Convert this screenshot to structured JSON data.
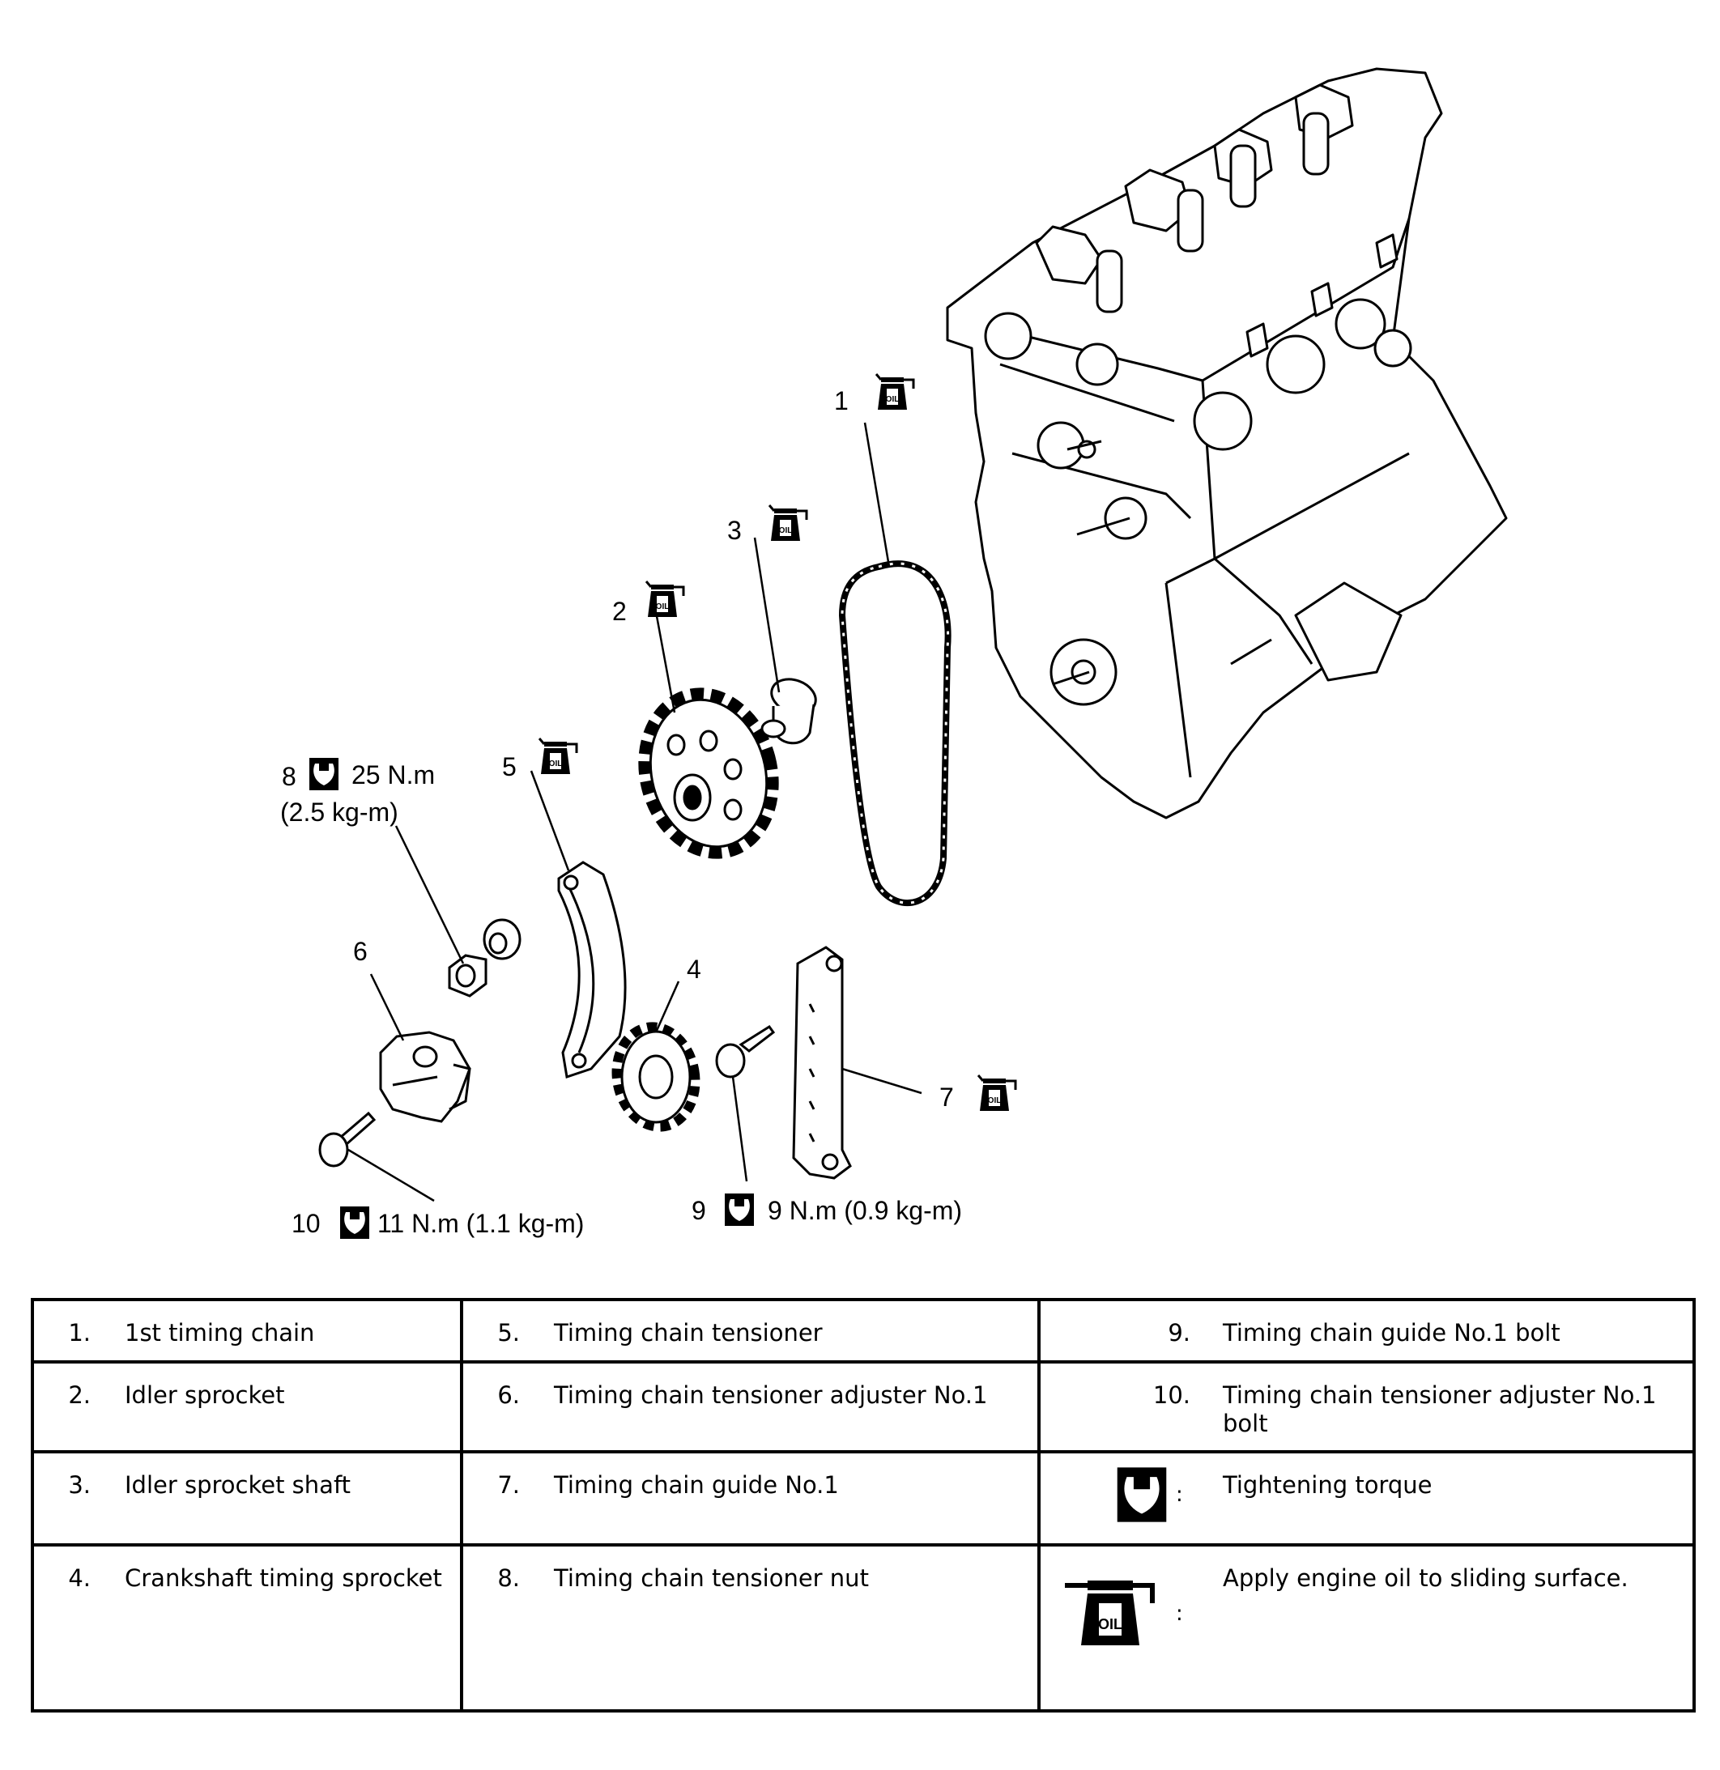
{
  "callouts": {
    "c1": "1",
    "c2": "2",
    "c3": "3",
    "c4": "4",
    "c5": "5",
    "c6": "6",
    "c7": "7",
    "c8": "8",
    "c9": "9",
    "c10": "10",
    "torque8_line1": "25 N.m",
    "torque8_line2": "(2.5 kg-m)",
    "torque9": "9 N.m (0.9 kg-m)",
    "torque10": "11 N.m (1.1 kg-m)"
  },
  "legend": {
    "rows": [
      [
        {
          "num": "1.",
          "label": "1st timing chain"
        },
        {
          "num": "5.",
          "label": "Timing chain tensioner"
        },
        {
          "num": "9.",
          "label": "Timing chain guide No.1 bolt"
        }
      ],
      [
        {
          "num": "2.",
          "label": "Idler sprocket"
        },
        {
          "num": "6.",
          "label": "Timing chain tensioner adjuster No.1"
        },
        {
          "num": "10.",
          "label": "Timing chain tensioner adjuster No.1 bolt"
        }
      ],
      [
        {
          "num": "3.",
          "label": "Idler sprocket shaft"
        },
        {
          "num": "7.",
          "label": "Timing chain guide No.1"
        },
        {
          "icon": "torque-wrench-icon",
          "label": "Tightening torque"
        }
      ],
      [
        {
          "num": "4.",
          "label": "Crankshaft timing sprocket"
        },
        {
          "num": "8.",
          "label": "Timing chain tensioner nut"
        },
        {
          "icon": "oil-can-icon",
          "label": "Apply engine oil to sliding surface."
        }
      ]
    ],
    "colon": ":"
  }
}
